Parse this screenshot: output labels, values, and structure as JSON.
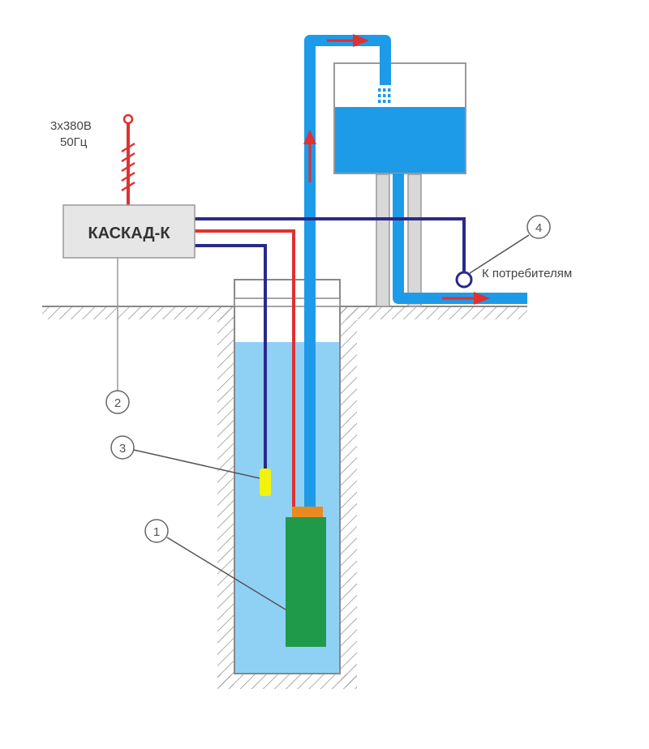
{
  "power": {
    "voltage_label": "3x380B",
    "frequency_label": "50Гц"
  },
  "controller": {
    "label": "КАСКАД-К"
  },
  "consumers": {
    "label": "К потребителям"
  },
  "callouts": {
    "pump": "1",
    "controller_ground": "2",
    "level_sensor": "3",
    "pressure_sensor": "4"
  },
  "colors": {
    "pipe": "#1e9be8",
    "tank_water": "#1e9be8",
    "well_water": "#8fd1f5",
    "pump": "#1f9a4a",
    "pump_cap": "#e88a1e",
    "sensor": "#f2f20e",
    "power_cable": "#e03030",
    "signal_cable": "#2a2a8a",
    "arrow": "#e03030",
    "controller_fill": "#e6e6e6",
    "tank_support": "#d8d8d8"
  }
}
